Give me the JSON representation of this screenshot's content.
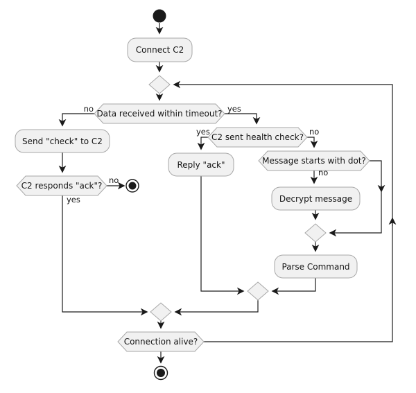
{
  "diagram": {
    "type": "uml-activity-flowchart",
    "colors": {
      "background": "#ffffff",
      "node_fill": "#f1f1f1",
      "node_border": "#a7a7a7",
      "line": "#1a1a1a",
      "text": "#141414"
    },
    "nodes": {
      "connect": "Connect C2",
      "timeout_q": "Data received within timeout?",
      "send_check": "Send \"check\" to C2",
      "ack_q": "C2 responds \"ack\"?",
      "health_q": "C2 sent health check?",
      "reply_ack": "Reply \"ack\"",
      "dot_q": "Message starts with dot?",
      "decrypt": "Decrypt message",
      "parse": "Parse Command",
      "alive_q": "Connection alive?"
    },
    "edge_labels": {
      "timeout_no": "no",
      "timeout_yes": "yes",
      "health_yes": "yes",
      "health_no": "no",
      "dot_no": "no",
      "ack_no": "no",
      "ack_yes": "yes"
    }
  }
}
